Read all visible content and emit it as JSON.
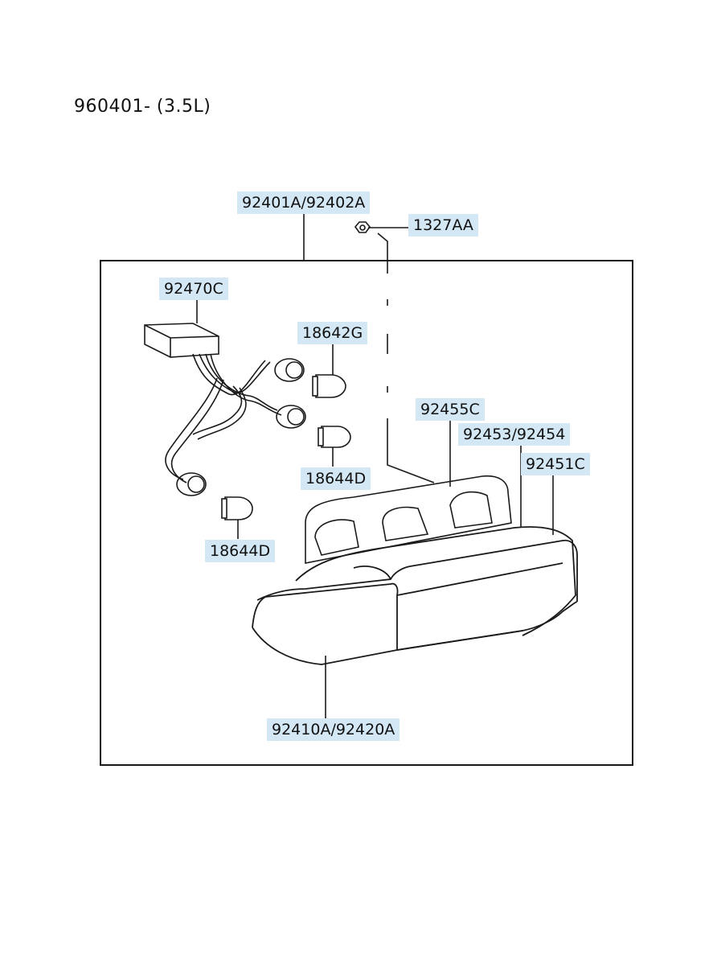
{
  "header": {
    "text": "960401- (3.5L)"
  },
  "callouts": {
    "assembly": "92401A/92402A",
    "nut": "1327AA",
    "wiring": "92470C",
    "bulb_upper": "18642G",
    "gasket": "92455C",
    "housing": "92453/92454",
    "bracket": "92451C",
    "bulb_middle": "18644D",
    "bulb_lower": "18644D",
    "lens": "92410A/92420A"
  },
  "colors": {
    "callout_bg": "#d3e7f5",
    "line": "#1a1a1a"
  }
}
